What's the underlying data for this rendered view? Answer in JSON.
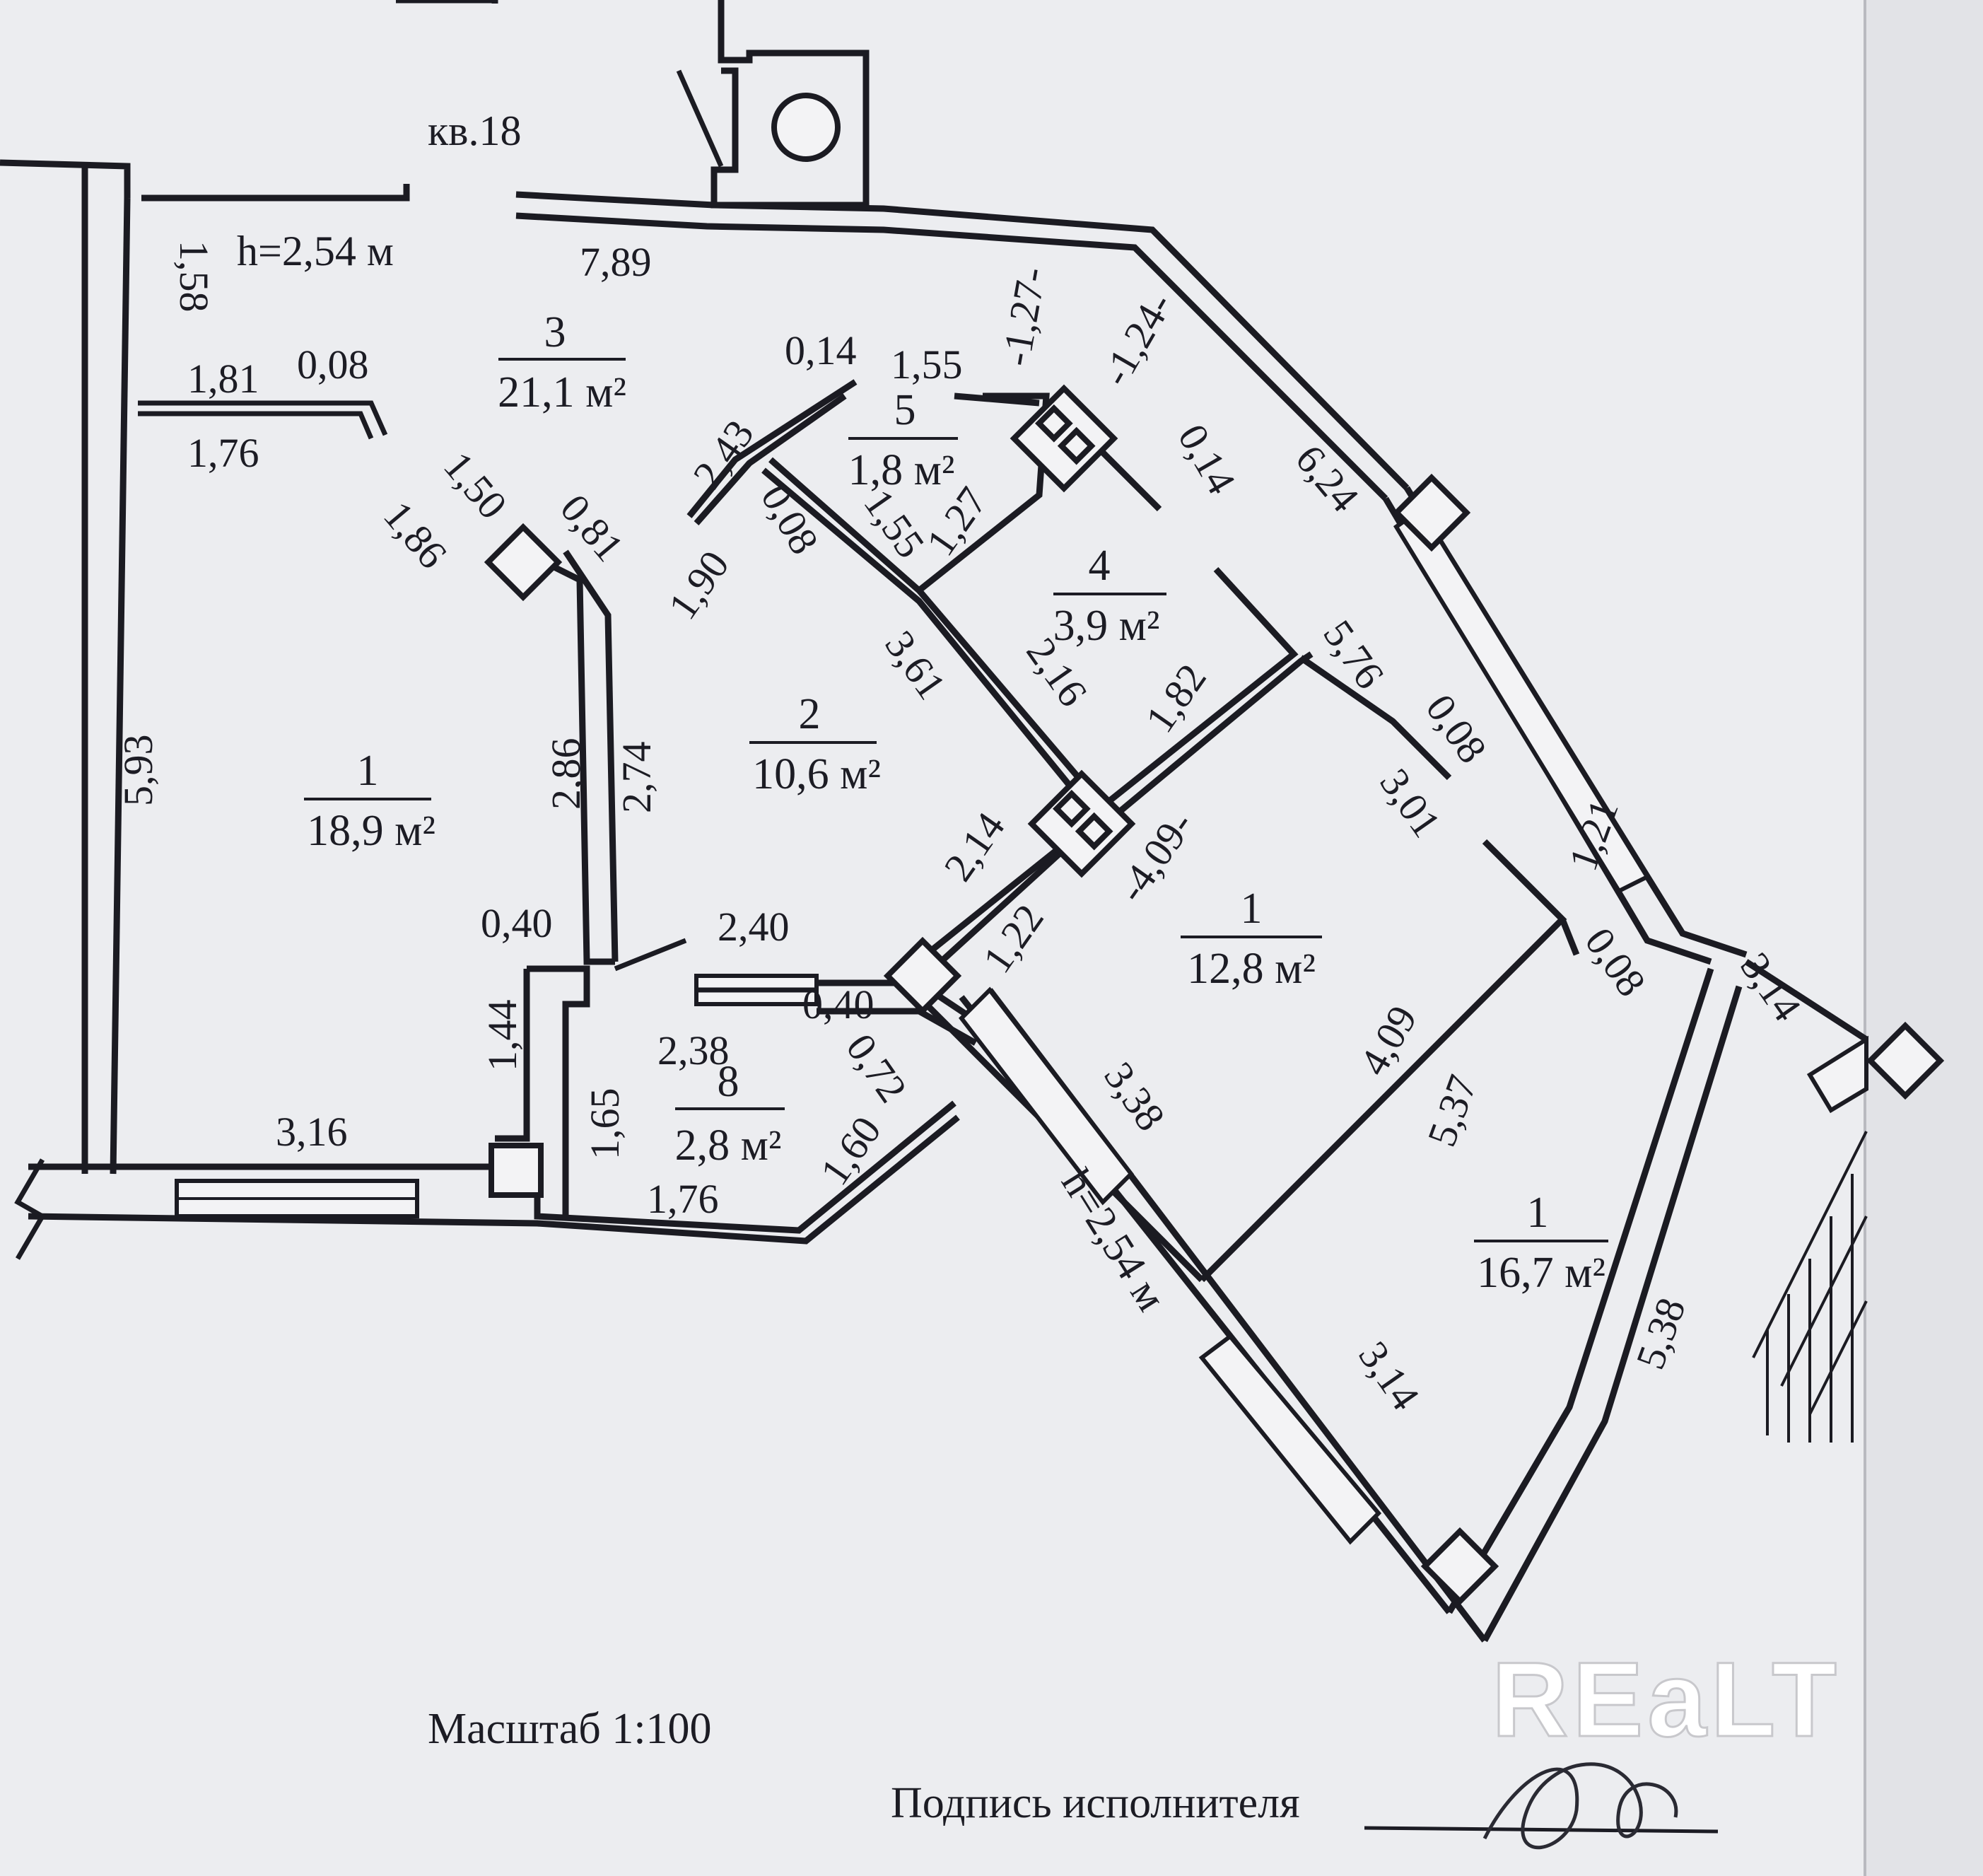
{
  "header": {
    "apartment_label": "кв.18",
    "ceiling_height_top": "h=2,54 м",
    "ceiling_height_middle": "h=2,54 м"
  },
  "rooms": [
    {
      "number": "1",
      "area": "18,9 м²"
    },
    {
      "number": "2",
      "area": "10,6 м²"
    },
    {
      "number": "3",
      "area": "21,1 м²"
    },
    {
      "number": "4",
      "area": "3,9 м²"
    },
    {
      "number": "5",
      "area": "1,8 м²"
    },
    {
      "number": "8",
      "area": "2,8 м²"
    },
    {
      "number": "1",
      "area": "12,8 м²"
    },
    {
      "number": "1",
      "area": "16,7 м²"
    }
  ],
  "dimensions": {
    "d789": "7,89",
    "d158": "1,58",
    "d181": "1,81",
    "d008a": "0,08",
    "d176a": "1,76",
    "d150": "1,50",
    "d186": "1,86",
    "d081": "0,81",
    "d593": "5,93",
    "d286": "2,86",
    "d274": "2,74",
    "d040a": "0,40",
    "d240": "2,40",
    "d144": "1,44",
    "d165": "1,65",
    "d316": "3,16",
    "d238": "2,38",
    "d040b": "0,40",
    "d072": "0,72",
    "d160": "1,60",
    "d176b": "1,76",
    "d014a": "0,14",
    "d155a": "1,55",
    "d127a": "-1,27-",
    "d124": "-1,24-",
    "d243": "2,43",
    "d008b": "0,08",
    "d155b": "1,55",
    "d127b": "1,27",
    "d014b": "0,14",
    "d624": "6,24",
    "d190": "1,90",
    "d361": "3,61",
    "d216": "2,16",
    "d182": "1,82",
    "d576": "5,76",
    "d008c": "0,08",
    "d301": "3,01",
    "d121": "1,21",
    "d214": "2,14",
    "d409a": "-4,09-",
    "d122": "1,22",
    "d008d": "0,08",
    "d314a": "3,14",
    "d338": "3,38",
    "d409b": "4,09",
    "d537": "5,37",
    "d314b": "3,14",
    "d538": "5,38"
  },
  "footer": {
    "scale": "Масштаб 1:100",
    "signature_label": "Подпись исполнителя",
    "watermark": "REaLT"
  }
}
